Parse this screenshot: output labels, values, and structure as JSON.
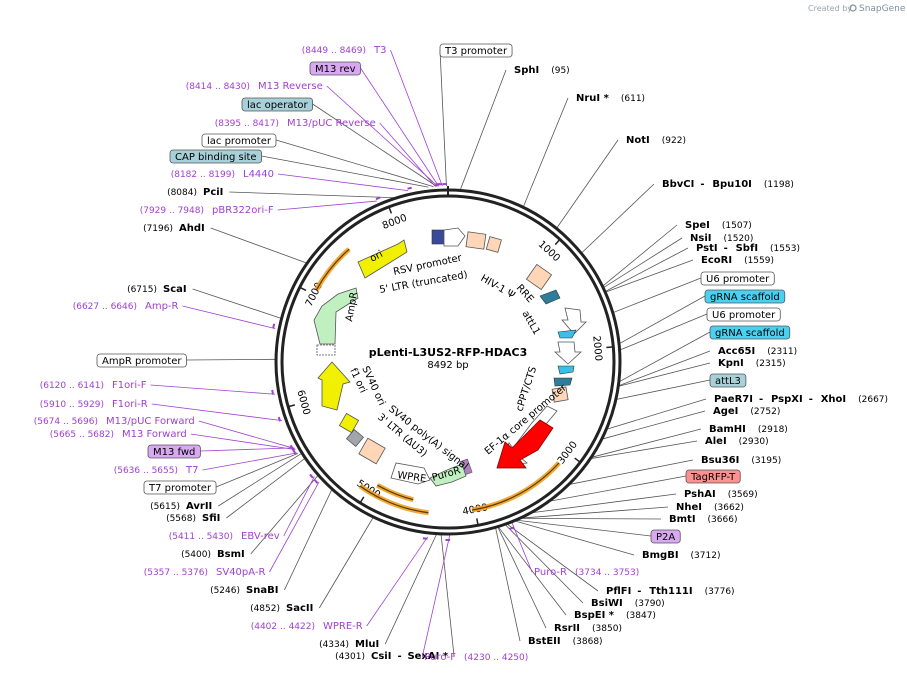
{
  "header": {
    "credit": "Created by",
    "brand": "SnapGene"
  },
  "plasmid": {
    "name": "pLenti-L3US2-RFP-HDAC3",
    "size": "8492 bp"
  },
  "ring_ticks": [
    "1000",
    "2000",
    "3000",
    "4000",
    "5000",
    "6000",
    "7000",
    "8000"
  ],
  "enzymes_right": [
    {
      "name": "SphI",
      "pos": "(95)"
    },
    {
      "name": "NruI *",
      "pos": "(611)"
    },
    {
      "name": "NotI",
      "pos": "(922)"
    },
    {
      "name": "BbvCI - Bpu10I",
      "pos": "(1198)"
    },
    {
      "name": "SpeI",
      "pos": "(1507)"
    },
    {
      "name": "NsiI",
      "pos": "(1520)"
    },
    {
      "name": "PstI - SbfI",
      "pos": "(1553)"
    },
    {
      "name": "EcoRI",
      "pos": "(1559)"
    },
    {
      "name": "Acc65I",
      "pos": "(2311)"
    },
    {
      "name": "KpnI",
      "pos": "(2315)"
    },
    {
      "name": "PaeR7I - PspXI - XhoI",
      "pos": "(2667)"
    },
    {
      "name": "AgeI",
      "pos": "(2752)"
    },
    {
      "name": "BamHI",
      "pos": "(2918)"
    },
    {
      "name": "AleI",
      "pos": "(2930)"
    },
    {
      "name": "Bsu36I",
      "pos": "(3195)"
    },
    {
      "name": "PshAI",
      "pos": "(3569)"
    },
    {
      "name": "NheI",
      "pos": "(3662)"
    },
    {
      "name": "BmtI",
      "pos": "(3666)"
    },
    {
      "name": "BmgBI",
      "pos": "(3712)"
    },
    {
      "name": "PflFI - Tth111I",
      "pos": "(3776)"
    },
    {
      "name": "BsiWI",
      "pos": "(3790)"
    },
    {
      "name": "BspEI *",
      "pos": "(3847)"
    },
    {
      "name": "RsrII",
      "pos": "(3850)"
    },
    {
      "name": "BstEII",
      "pos": "(3868)"
    }
  ],
  "enzymes_left": [
    {
      "name": "PciI",
      "pos": "(8084)"
    },
    {
      "name": "AhdI",
      "pos": "(7196)"
    },
    {
      "name": "ScaI",
      "pos": "(6715)"
    },
    {
      "name": "AvrII",
      "pos": "(5615)"
    },
    {
      "name": "SfiI",
      "pos": "(5568)"
    },
    {
      "name": "BsmI",
      "pos": "(5400)"
    },
    {
      "name": "SnaBI",
      "pos": "(5246)"
    },
    {
      "name": "SacII",
      "pos": "(4852)"
    },
    {
      "name": "MluI",
      "pos": "(4334)"
    },
    {
      "name": "CsiI - SexAI *",
      "pos": "(4301)"
    }
  ],
  "primers": [
    {
      "name": "T3",
      "pos": "(8449 .. 8469)"
    },
    {
      "name": "M13 Reverse",
      "pos": "(8414 .. 8430)"
    },
    {
      "name": "M13/pUC Reverse",
      "pos": "(8395 .. 8417)"
    },
    {
      "name": "L4440",
      "pos": "(8182 .. 8199)"
    },
    {
      "name": "pBR322ori-F",
      "pos": "(7929 .. 7948)"
    },
    {
      "name": "Amp-R",
      "pos": "(6627 .. 6646)"
    },
    {
      "name": "F1ori-F",
      "pos": "(6120 .. 6141)"
    },
    {
      "name": "F1ori-R",
      "pos": "(5910 .. 5929)"
    },
    {
      "name": "M13/pUC Forward",
      "pos": "(5674 .. 5696)"
    },
    {
      "name": "M13 Forward",
      "pos": "(5665 .. 5682)"
    },
    {
      "name": "T7",
      "pos": "(5636 .. 5655)"
    },
    {
      "name": "EBV-rev",
      "pos": "(5411 .. 5430)"
    },
    {
      "name": "SV40pA-R",
      "pos": "(5357 .. 5376)"
    },
    {
      "name": "WPRE-R",
      "pos": "(4402 .. 4422)"
    },
    {
      "name": "Puro-F",
      "pos": "(4230 .. 4250)"
    },
    {
      "name": "Puro-R",
      "pos": "(3734 .. 3753)"
    }
  ],
  "boxed_labels": {
    "t3_promoter": "T3 promoter",
    "m13_rev": "M13 rev",
    "lac_operator": "lac operator",
    "lac_promoter": "lac promoter",
    "cap_site": "CAP binding site",
    "u6_promoter_1": "U6 promoter",
    "grna_scaffold_1": "gRNA scaffold",
    "u6_promoter_2": "U6 promoter",
    "grna_scaffold_2": "gRNA scaffold",
    "attl3": "attL3",
    "tagrfp": "TagRFP-T",
    "p2a": "P2A",
    "ampr_promoter": "AmpR promoter",
    "m13_fwd": "M13 fwd",
    "t7_promoter": "T7 promoter"
  },
  "inner_features": {
    "rsv": "RSV promoter",
    "ltr5": "5' LTR (truncated)",
    "hiv": "HIV-1 Ψ",
    "rre": "RRE",
    "attl1": "attL1",
    "cppt": "cPPT/CTS",
    "ef1a": "EF-1α core promoter",
    "puror": "PuroR",
    "wpre": "WPRE",
    "ltr3": "3' LTR (ΔU3)",
    "sv40pa": "SV40 poly(A) signal",
    "sv40ori": "SV40 ori",
    "f1ori": "f1 ori",
    "ampr": "AmpR",
    "ori": "ori"
  },
  "colors": {
    "backbone": "#222222",
    "primer": "#a040d0",
    "ori": "#f0f000",
    "ampr": "#c0f0c0",
    "tagrfp": "#ff0000",
    "puror": "#c0f0c0",
    "ltr": "#ffd7b8",
    "orf_track": "#f0a020",
    "promoter_box": "#ffffff",
    "misc_box": "#a8d0d8",
    "grna_box": "#4ad0f0",
    "rfp_box": "#ff9090",
    "primer_box": "#d8a8f0"
  }
}
